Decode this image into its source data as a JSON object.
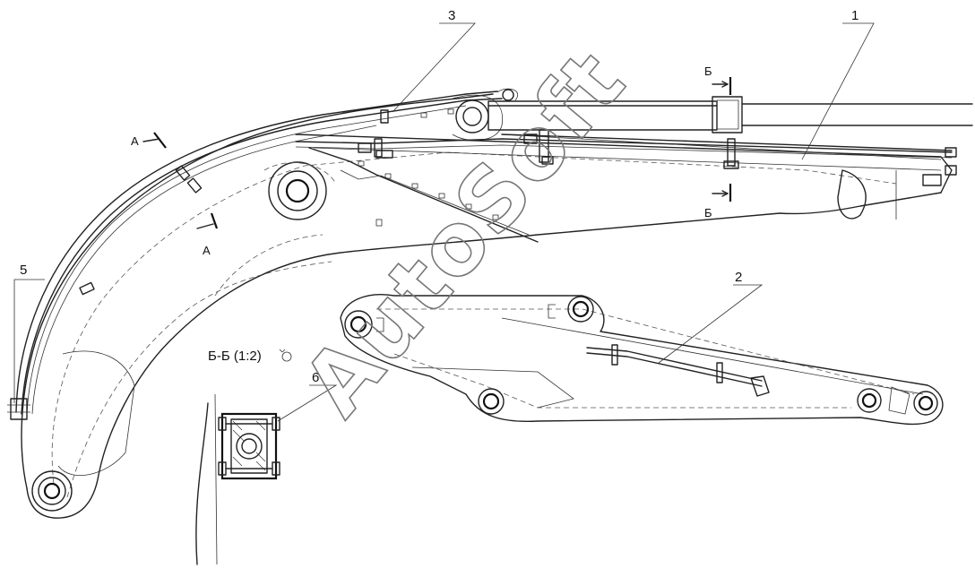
{
  "callouts": {
    "c1": "1",
    "c2": "2",
    "c3": "3",
    "c5": "5",
    "c6": "6"
  },
  "section_marks": {
    "a_top": "А",
    "a_bottom": "А",
    "b_top": "Б",
    "b_bottom": "Б"
  },
  "section_view": {
    "title": "Б-Б (1:2)"
  },
  "watermark": "AutoSoft",
  "colors": {
    "ink": "#222222",
    "watermark": "#777777",
    "background": "#ffffff"
  }
}
